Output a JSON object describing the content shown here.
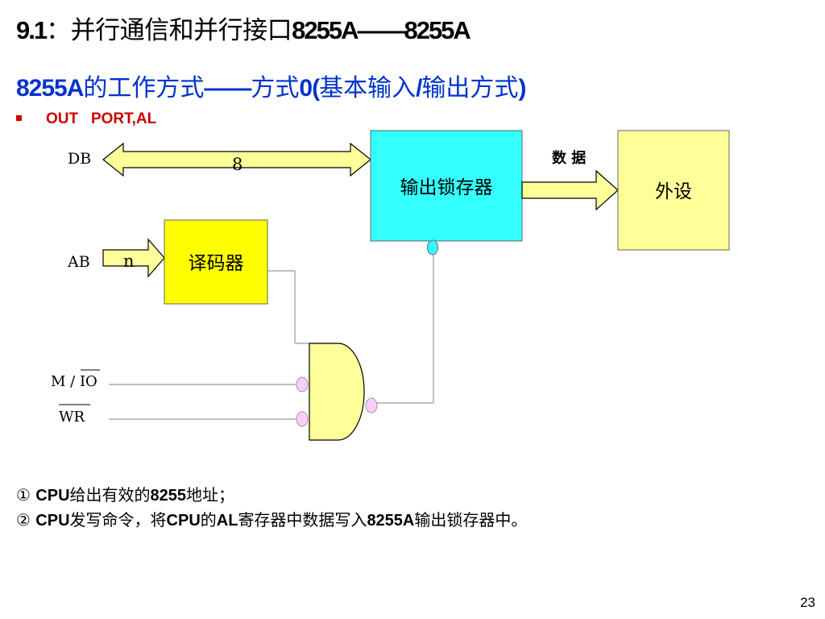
{
  "title": {
    "prefix_bold": "9.1",
    "main": "：并行通信和并行接口",
    "suffix_bold": "8255A——8255A"
  },
  "subtitle": {
    "part1_bold": "8255A",
    "part2": "的工作方式",
    "part3_bold": "——",
    "part4": "方式",
    "part5_bold": "0(",
    "part6": "基本输入",
    "part7_bold": "/",
    "part8": "输出方式",
    "part9_bold": ")"
  },
  "bullet": {
    "text": "OUT   PORT,AL"
  },
  "diagram": {
    "db_label": "DB",
    "db_width": "8",
    "ab_label": "AB",
    "ab_width": "n",
    "mio_label": "M / IO",
    "wr_label": "WR",
    "latch_label": "输出锁存器",
    "decoder_label": "译码器",
    "peripheral_label": "外设",
    "data_label": "数 据",
    "colors": {
      "latch": "#33ffff",
      "decoder": "#ffff00",
      "peripheral": "#ffff99",
      "arrow": "#ffff99",
      "bubble": "#ffccff"
    }
  },
  "notes": {
    "line1": {
      "marker": "①",
      "b1": "CPU",
      "t1": "给出有效的",
      "b2": "8255",
      "t2": "地址；"
    },
    "line2": {
      "marker": "②",
      "b1": "CPU",
      "t1": "发写命令，将",
      "b2": "CPU",
      "t2": "的",
      "b3": "AL",
      "t3": "寄存器中数据写入",
      "b4": "8255A",
      "t4": "输出锁存器中。"
    }
  },
  "page_number": "23"
}
